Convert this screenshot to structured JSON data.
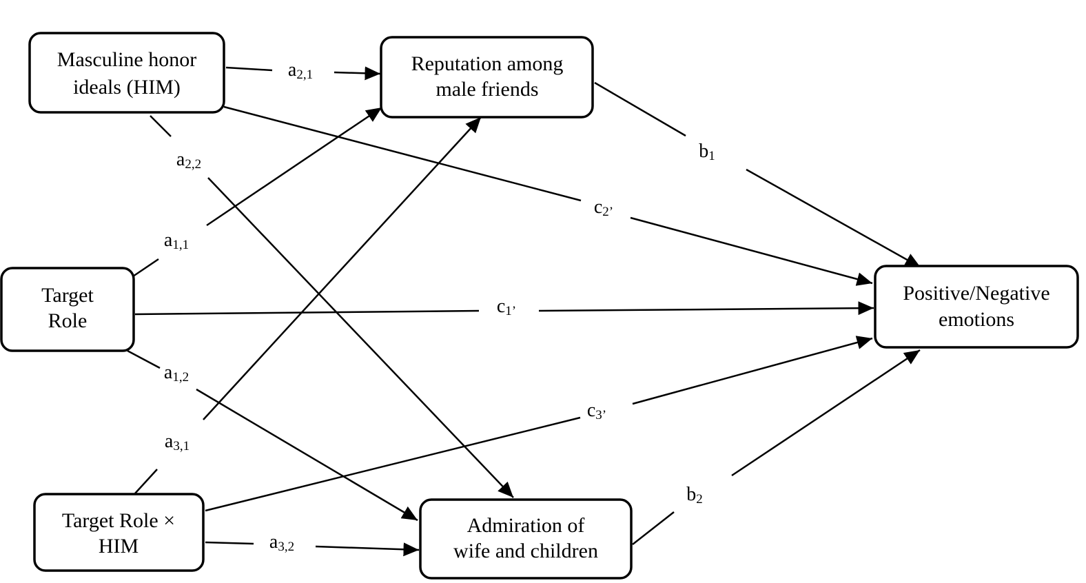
{
  "nodes": {
    "him": {
      "lines": [
        "Masculine honor",
        "ideals (HIM)"
      ]
    },
    "target_role": {
      "lines": [
        "Target",
        "Role"
      ]
    },
    "interaction": {
      "lines": [
        "Target Role ×",
        "HIM"
      ]
    },
    "reputation": {
      "lines": [
        "Reputation among",
        "male friends"
      ]
    },
    "admiration": {
      "lines": [
        "Admiration of",
        "wife and children"
      ]
    },
    "emotions": {
      "lines": [
        "Positive/Negative",
        "emotions"
      ]
    }
  },
  "paths": {
    "a21": {
      "base": "a",
      "sub": "2,1"
    },
    "a22": {
      "base": "a",
      "sub": "2,2"
    },
    "a11": {
      "base": "a",
      "sub": "1,1"
    },
    "a12": {
      "base": "a",
      "sub": "1,2"
    },
    "a31": {
      "base": "a",
      "sub": "3,1"
    },
    "a32": {
      "base": "a",
      "sub": "3,2"
    },
    "b1": {
      "base": "b",
      "sub": "1"
    },
    "b2": {
      "base": "b",
      "sub": "2"
    },
    "c1": {
      "base": "c",
      "sub": "1’"
    },
    "c2": {
      "base": "c",
      "sub": "2’"
    },
    "c3": {
      "base": "c",
      "sub": "3’"
    }
  }
}
